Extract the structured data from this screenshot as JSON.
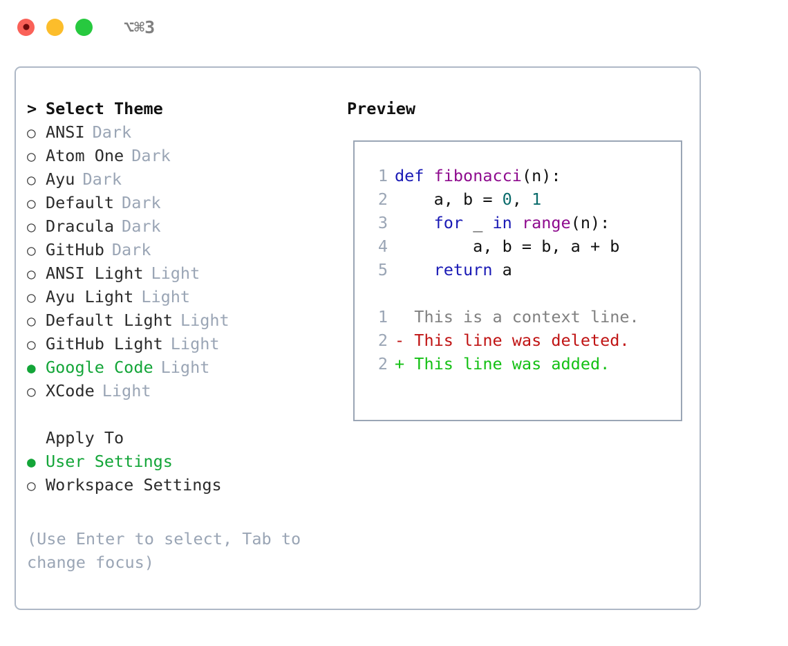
{
  "titlebar": {
    "lights": [
      {
        "name": "close-button",
        "color": "#fa6158"
      },
      {
        "name": "minimize-button",
        "color": "#fcbd2b"
      },
      {
        "name": "maximize-button",
        "color": "#27c93f"
      }
    ],
    "shortcut": "⌥⌘3"
  },
  "left": {
    "header": {
      "caret": ">",
      "label": "Select Theme"
    },
    "themes": [
      {
        "marker": "○",
        "name": "ANSI",
        "variant": "Dark",
        "selected": false
      },
      {
        "marker": "○",
        "name": "Atom One",
        "variant": "Dark",
        "selected": false
      },
      {
        "marker": "○",
        "name": "Ayu",
        "variant": "Dark",
        "selected": false
      },
      {
        "marker": "○",
        "name": "Default",
        "variant": "Dark",
        "selected": false
      },
      {
        "marker": "○",
        "name": "Dracula",
        "variant": "Dark",
        "selected": false
      },
      {
        "marker": "○",
        "name": "GitHub",
        "variant": "Dark",
        "selected": false
      },
      {
        "marker": "○",
        "name": "ANSI Light",
        "variant": "Light",
        "selected": false
      },
      {
        "marker": "○",
        "name": "Ayu Light",
        "variant": "Light",
        "selected": false
      },
      {
        "marker": "○",
        "name": "Default Light",
        "variant": "Light",
        "selected": false
      },
      {
        "marker": "○",
        "name": "GitHub Light",
        "variant": "Light",
        "selected": false
      },
      {
        "marker": "●",
        "name": "Google Code",
        "variant": "Light",
        "selected": true
      },
      {
        "marker": "○",
        "name": "XCode",
        "variant": "Light",
        "selected": false
      }
    ],
    "apply_to": {
      "label": "Apply To",
      "options": [
        {
          "marker": "●",
          "name": "User Settings",
          "selected": true
        },
        {
          "marker": "○",
          "name": "Workspace Settings",
          "selected": false
        }
      ]
    },
    "help_text": "(Use Enter to select, Tab to change focus)"
  },
  "right": {
    "title": "Preview",
    "code_lines": [
      {
        "num": "1",
        "tokens": [
          {
            "t": "def",
            "c": "kw"
          },
          {
            "t": " ",
            "c": "pl"
          },
          {
            "t": "fibonacci",
            "c": "fn"
          },
          {
            "t": "(n):",
            "c": "pl"
          }
        ]
      },
      {
        "num": "2",
        "tokens": [
          {
            "t": "    a, b = ",
            "c": "pl"
          },
          {
            "t": "0",
            "c": "num"
          },
          {
            "t": ", ",
            "c": "pl"
          },
          {
            "t": "1",
            "c": "num"
          }
        ]
      },
      {
        "num": "3",
        "tokens": [
          {
            "t": "    ",
            "c": "pl"
          },
          {
            "t": "for",
            "c": "kw"
          },
          {
            "t": " _ ",
            "c": "pl"
          },
          {
            "t": "in",
            "c": "kw"
          },
          {
            "t": " ",
            "c": "pl"
          },
          {
            "t": "range",
            "c": "fn"
          },
          {
            "t": "(n):",
            "c": "pl"
          }
        ]
      },
      {
        "num": "4",
        "tokens": [
          {
            "t": "        a, b = b, a + b",
            "c": "pl"
          }
        ]
      },
      {
        "num": "5",
        "tokens": [
          {
            "t": "    ",
            "c": "pl"
          },
          {
            "t": "return",
            "c": "kw"
          },
          {
            "t": " a",
            "c": "pl"
          }
        ]
      }
    ],
    "diff_lines": [
      {
        "num": "1",
        "text": "  This is a context line.",
        "kind": "ctx"
      },
      {
        "num": "2",
        "text": "- This line was deleted.",
        "kind": "del"
      },
      {
        "num": "2",
        "text": "+ This line was added.",
        "kind": "add"
      }
    ]
  },
  "colors": {
    "accent_green": "#13a538",
    "muted": "#9aa5b5",
    "border": "#aeb8c6",
    "keyword": "#1a1ab5",
    "function": "#8e0b8e",
    "number": "#0a6b6b",
    "diff_delete": "#c01414",
    "diff_add": "#14c014"
  }
}
